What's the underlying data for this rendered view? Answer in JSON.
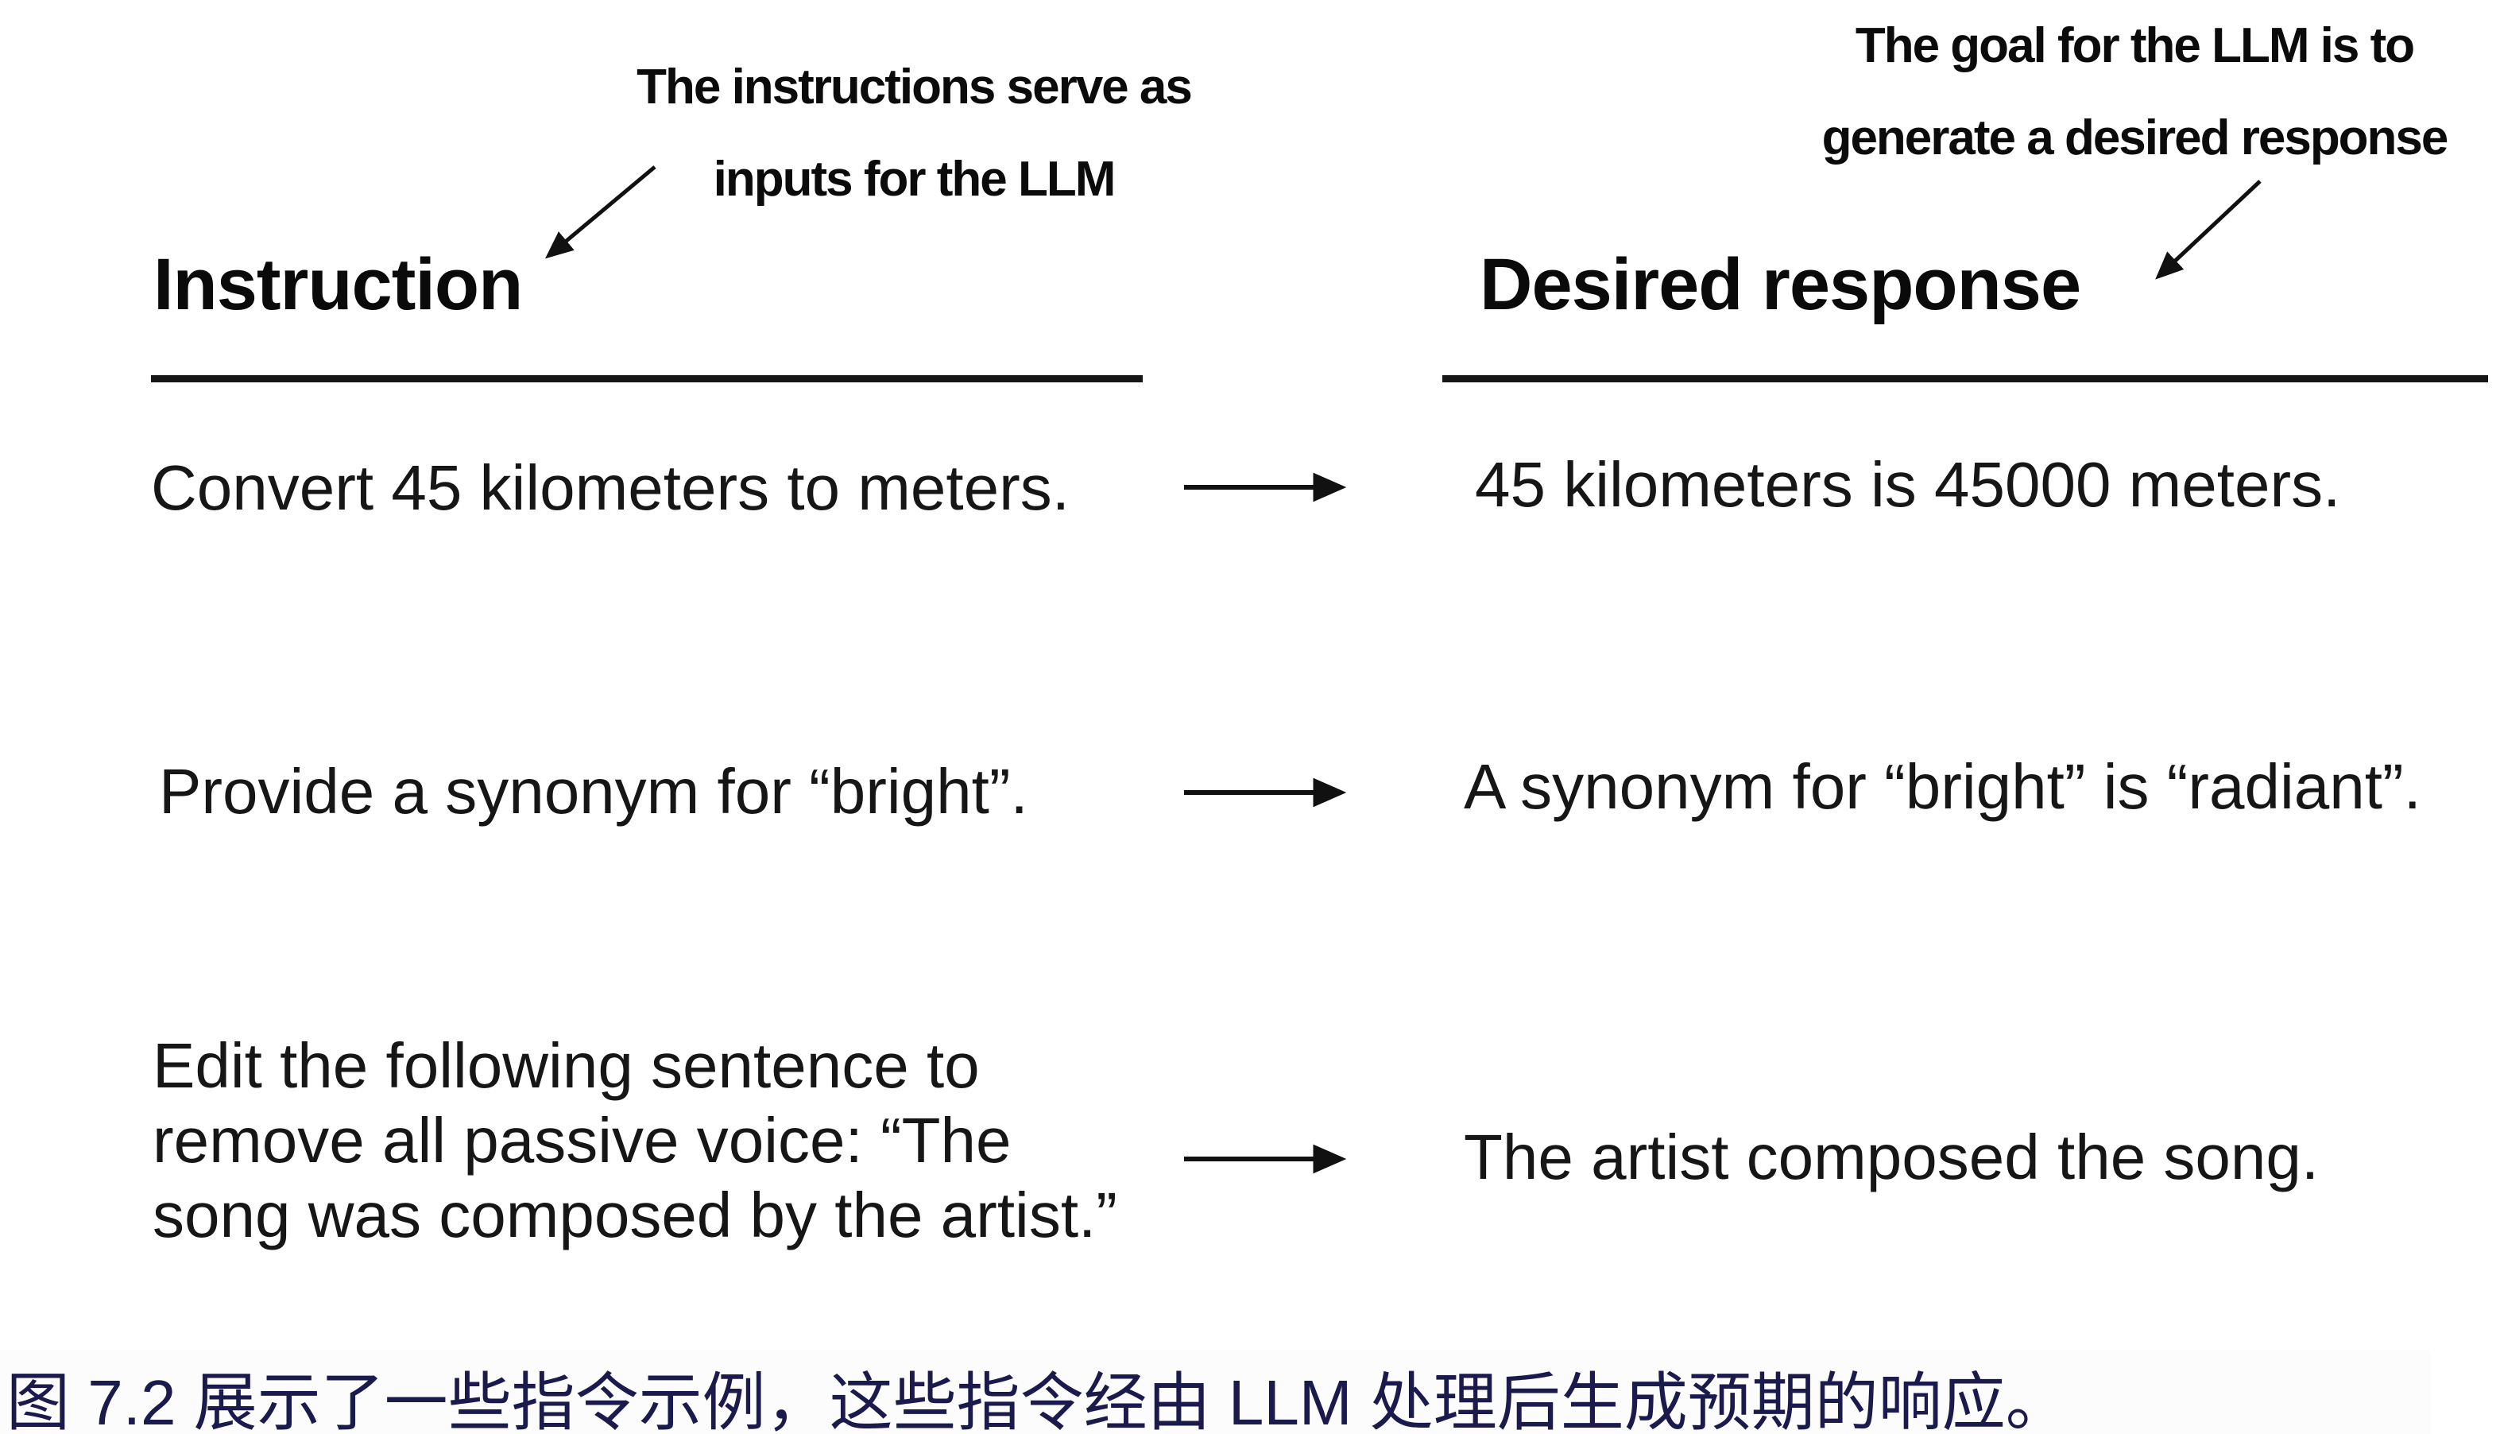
{
  "figure": {
    "annotations": {
      "left": {
        "line1": "The instructions serve as",
        "line2": "inputs for the LLM"
      },
      "right": {
        "line1": "The goal for the LLM is to",
        "line2": "generate a desired response"
      }
    },
    "columns": {
      "left_header": "Instruction",
      "right_header": "Desired response"
    },
    "rows": [
      {
        "instruction": "Convert 45 kilometers to meters.",
        "response": "45 kilometers is 45000 meters."
      },
      {
        "instruction": "Provide a synonym for “bright”.",
        "response": "A synonym for “bright” is “radiant”."
      },
      {
        "instruction": "Edit the following sentence to remove all passive voice: “The song was composed by the artist.”",
        "response": "The artist composed the song."
      }
    ]
  },
  "caption": {
    "label": "图 7.2",
    "text": "图 7.2 展示了一些指令示例，这些指令经由 LLM 处理后生成预期的响应。"
  },
  "colors": {
    "ink": "#161616",
    "caption_text": "#1a1a4d",
    "background": "#ffffff"
  }
}
